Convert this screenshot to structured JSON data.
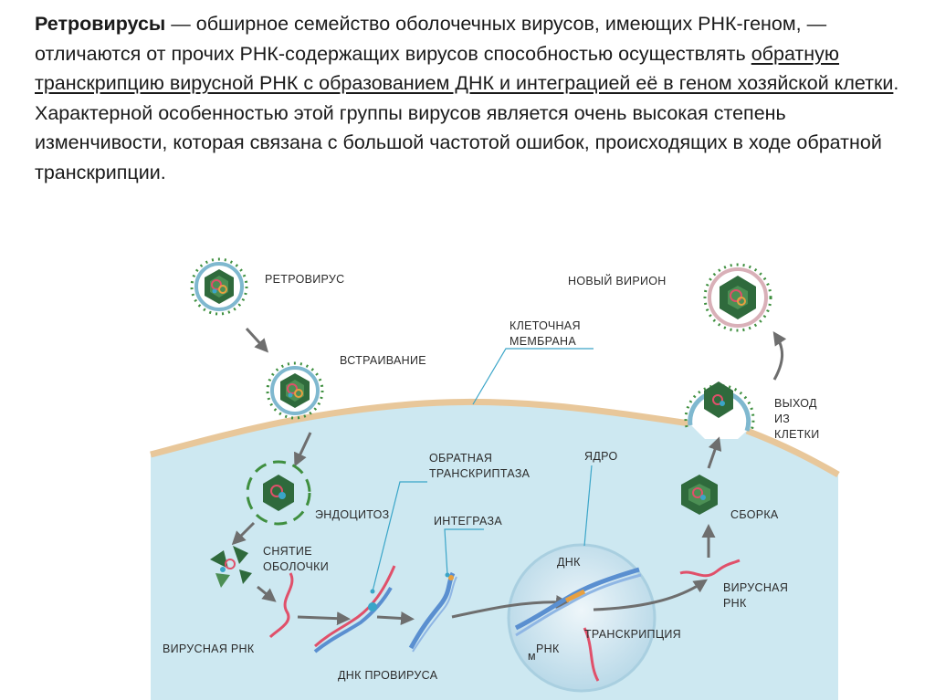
{
  "text": {
    "term": "Ретровирусы",
    "p1_a": " — обширное семейство оболочечных вирусов, имеющих РНК-геном, — отличаются от прочих РНК-содержащих вирусов способностью осуществлять ",
    "p1_underlined": "обратную транскрипцию вирусной РНК с образованием ДНК и интеграцией её в геном хозяйской клетки",
    "p1_end": ".",
    "p2": "Характерной особенностью этой группы вирусов является очень высокая степень изменчивости, которая связана с большой частотой ошибок, происходящих в ходе обратной транскрипции."
  },
  "labels": {
    "retrovirus": "РЕТРОВИРУС",
    "integration": "ВСТРАИВАНИЕ",
    "membrane_1": "КЛЕТОЧНАЯ",
    "membrane_2": "МЕМБРАНА",
    "new_virion": "НОВЫЙ ВИРИОН",
    "exit_1": "ВЫХОД",
    "exit_2": "ИЗ",
    "exit_3": "КЛЕТКИ",
    "endocytosis": "ЭНДОЦИТОЗ",
    "uncoating_1": "СНЯТИЕ",
    "uncoating_2": "ОБОЛОЧКИ",
    "viral_rna": "ВИРУСНАЯ РНК",
    "rt_1": "ОБРАТНАЯ",
    "rt_2": "ТРАНСКРИПТАЗА",
    "integrase": "ИНТЕГРАЗА",
    "nucleus": "ЯДРО",
    "dna": "ДНК",
    "mrna_m": "м",
    "mrna_rest": "РНК",
    "transcription": "ТРАНСКРИПЦИЯ",
    "provirus_dna": "ДНК ПРОВИРУСА",
    "assembly": "СБОРКА",
    "viral_rna2_1": "ВИРУСНАЯ",
    "viral_rna2_2": "РНК"
  },
  "colors": {
    "cytoplasm": "#cde8f1",
    "membrane": "#e8c79a",
    "nucleus": "#dcebf3",
    "capsid": "#2f6a3c",
    "envelope": "#6aa9c2",
    "spikes": "#3f8f3f",
    "rna": "#e0506a",
    "dna": "#5a8fd0",
    "arrow": "#6e6e6e",
    "leader": "#3aa5c8"
  }
}
